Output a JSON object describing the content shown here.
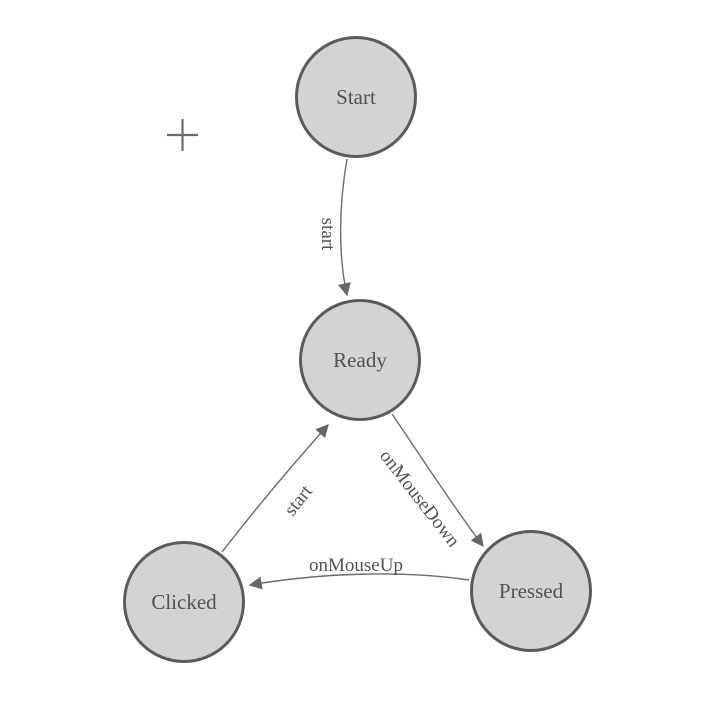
{
  "diagram": {
    "nodes": [
      {
        "id": "start",
        "label": "Start"
      },
      {
        "id": "ready",
        "label": "Ready"
      },
      {
        "id": "clicked",
        "label": "Clicked"
      },
      {
        "id": "pressed",
        "label": "Pressed"
      }
    ],
    "edges": [
      {
        "id": "start-to-ready",
        "from": "start",
        "to": "ready",
        "label": "start"
      },
      {
        "id": "ready-to-pressed",
        "from": "ready",
        "to": "pressed",
        "label": "onMouseDown"
      },
      {
        "id": "pressed-to-clicked",
        "from": "pressed",
        "to": "clicked",
        "label": "onMouseUp"
      },
      {
        "id": "clicked-to-ready",
        "from": "clicked",
        "to": "ready",
        "label": "start"
      }
    ],
    "icons": [
      {
        "name": "crosshair-icon"
      }
    ],
    "colors": {
      "background": "#ffffff",
      "node_fill": "#d3d3d3",
      "node_border": "#5b5b5b",
      "edge": "#6b6b6b",
      "text": "#515158"
    }
  }
}
